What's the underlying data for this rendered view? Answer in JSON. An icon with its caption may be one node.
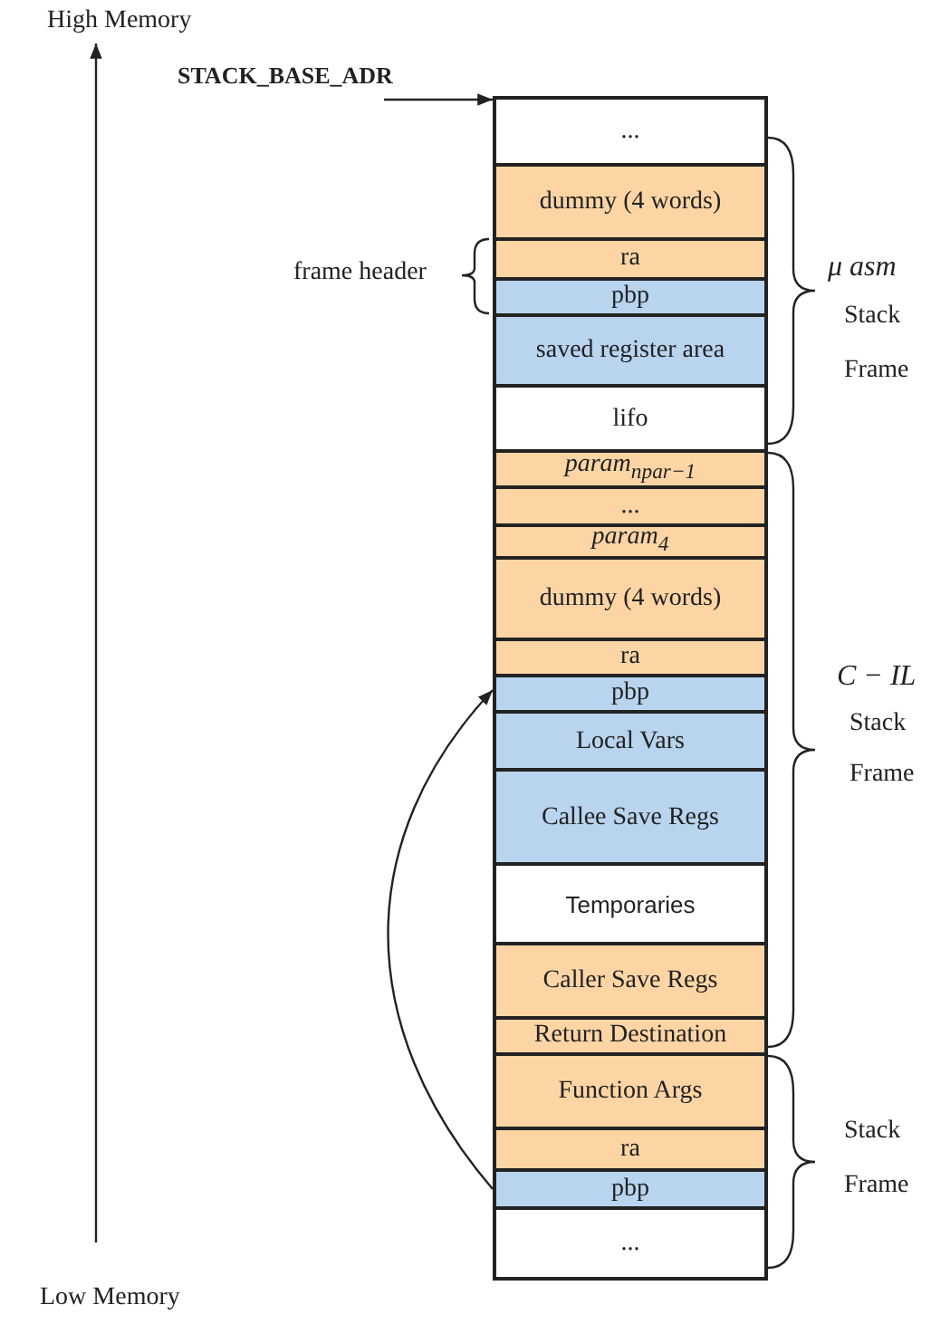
{
  "diagram": {
    "nodes": [
      {
        "text": [
          "STACK_BASE_ADR"
        ]
      },
      {
        "text": [
          "..."
        ]
      },
      {
        "text": [
          "dummy (4 words)"
        ]
      },
      {
        "text": [
          "ra"
        ]
      },
      {
        "text": [
          "pbp"
        ]
      },
      {
        "text": [
          "saved register area"
        ]
      },
      {
        "text": [
          "lifo"
        ]
      },
      {
        "text": [
          "param$_{npar−1}$"
        ]
      },
      {
        "text": [
          "..."
        ]
      },
      {
        "text": [
          "param$_{4}$"
        ]
      },
      {
        "text": [
          "dummy (4 words)"
        ]
      },
      {
        "text": [
          "ra"
        ]
      },
      {
        "text": [
          "pbp"
        ]
      },
      {
        "text": [
          "Local Vars"
        ]
      },
      {
        "text": [
          "Callee Save Regs"
        ]
      },
      {
        "text": [
          "Temporaries"
        ]
      },
      {
        "text": [
          "Caller Save Regs"
        ]
      },
      {
        "text": [
          "Return Destination"
        ]
      },
      {
        "text": [
          "Function Args"
        ]
      },
      {
        "text": [
          "ra"
        ]
      },
      {
        "text": [
          "pbp"
        ]
      },
      {
        "text": [
          "..."
        ]
      }
    ],
    "edges": [
      {
        "from": 0,
        "to": 1,
        "arrow": "to"
      },
      {
        "from": 20,
        "to": 12,
        "arrow": "to"
      }
    ],
    "labels": [
      "High Memory",
      "frame header",
      "μ asm",
      "Stack",
      "Frame",
      "C − IL",
      "Stack",
      "Frame",
      "Stack",
      "Frame",
      "Low Memory"
    ]
  }
}
